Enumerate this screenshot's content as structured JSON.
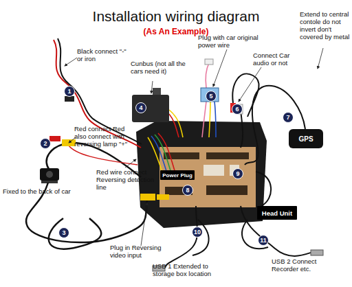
{
  "diagram": {
    "title": "Installation wiring diagram",
    "nodes": [
      {
        "text": [
          "GPS"
        ]
      },
      {
        "text": [
          "Power Plug"
        ]
      },
      {
        "text": [
          "Head Unit"
        ]
      }
    ],
    "labels": [
      "(As An Example)",
      "Black connect \"-\" or iron",
      "Cunbus (not all the cars need it)",
      "Plug with car original power wire",
      "Connect Car audio or not",
      "Extend to central contole do not invert don't covered by metal",
      "Red connect Red also connect with reversing lamp \"+\"",
      "Red wire connect Reversing detection line",
      "Fixed to the back of car",
      "Plug in Reversing video input",
      "USB 1 Extended to storage box location",
      "USB 2 Connect Recorder etc.",
      "1",
      "2",
      "3",
      "4",
      "5",
      "6",
      "7",
      "8",
      "9",
      "10",
      "11"
    ]
  }
}
